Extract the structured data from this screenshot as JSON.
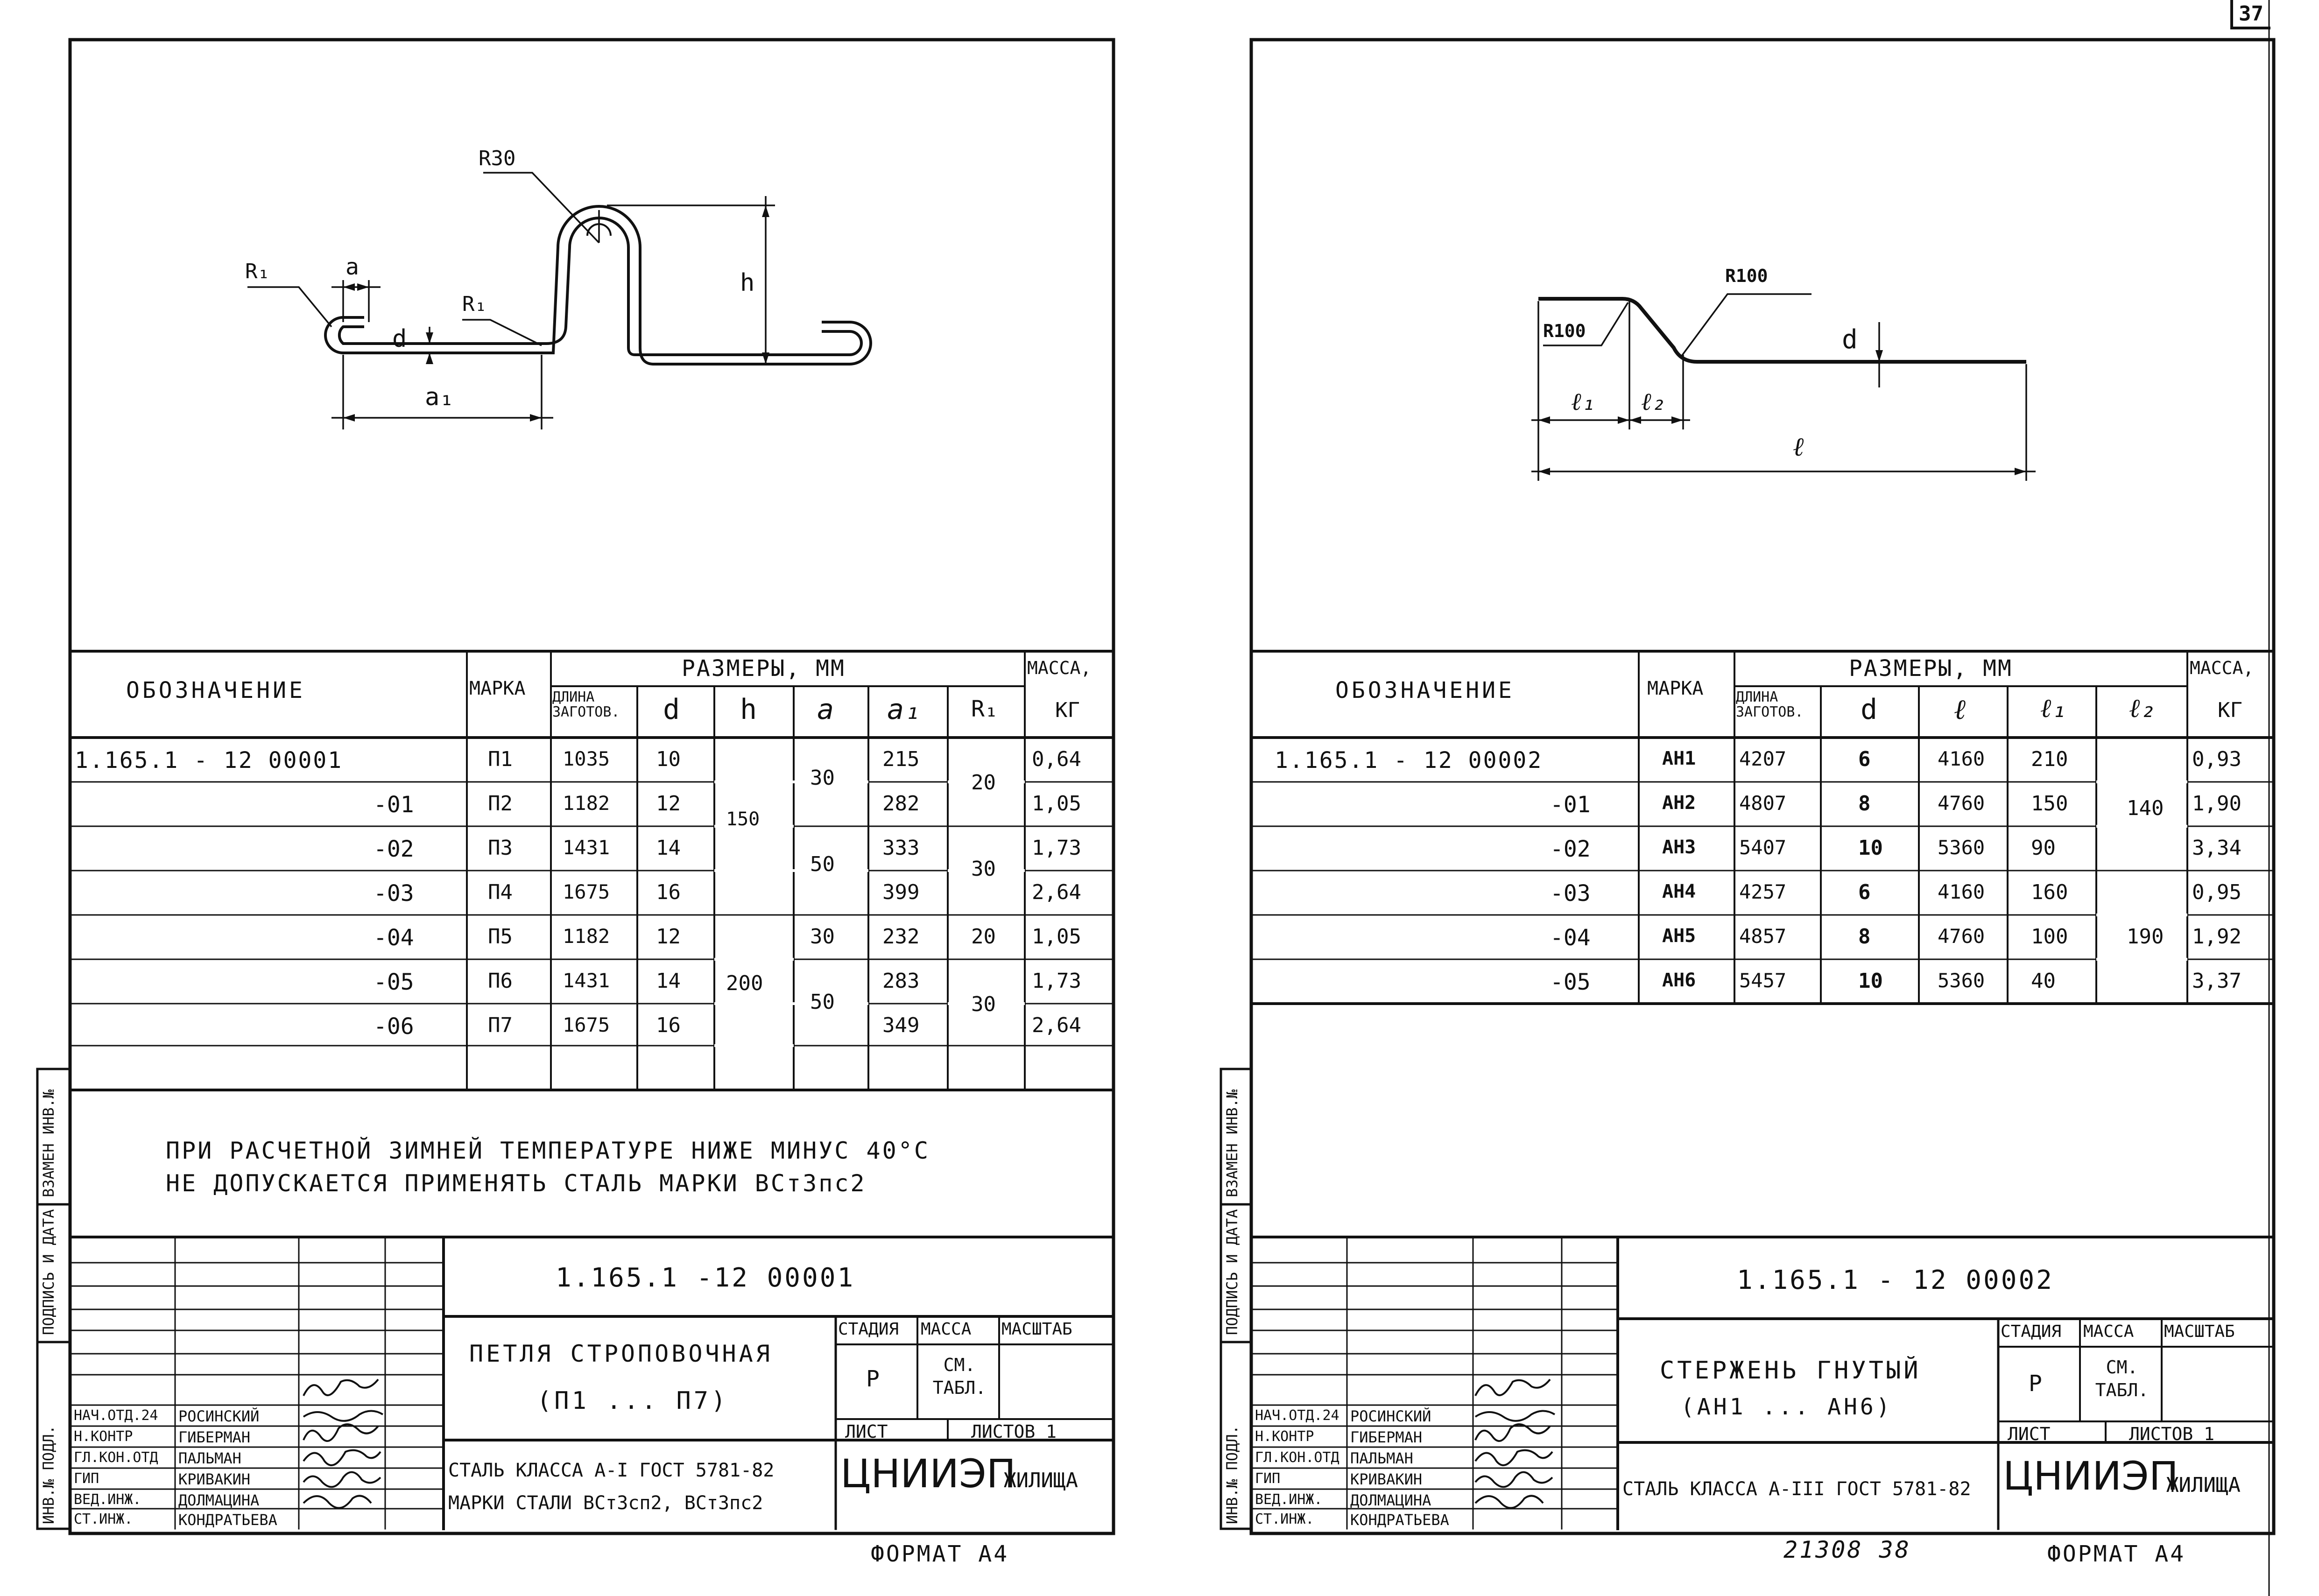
{
  "page_number": "37",
  "left_sheet": {
    "drawing": {
      "labels": {
        "r30": "R30",
        "r1_left": "R₁",
        "r1_mid": "R₁",
        "a": "a",
        "d": "d",
        "a1": "a₁",
        "h": "h"
      }
    },
    "table": {
      "header": {
        "designation": "ОБОЗНАЧЕНИЕ",
        "mark": "МАРКА",
        "dimensions": "РАЗМЕРЫ, ММ",
        "mass": "МАССА,",
        "mass_unit": "КГ",
        "cols": [
          "ДЛИНА ЗАГОТОВ.",
          "d",
          "h",
          "a",
          "a₁",
          "R₁"
        ]
      },
      "rows": [
        {
          "designation": "1.165.1 - 12 00001",
          "mark": "П1",
          "length": "1035",
          "d": "10",
          "a1": "215",
          "mass": "0,64"
        },
        {
          "designation": "-01",
          "mark": "П2",
          "length": "1182",
          "d": "12",
          "a1": "282",
          "mass": "1,05"
        },
        {
          "designation": "-02",
          "mark": "П3",
          "length": "1431",
          "d": "14",
          "a1": "333",
          "mass": "1,73"
        },
        {
          "designation": "-03",
          "mark": "П4",
          "length": "1675",
          "d": "16",
          "a1": "399",
          "mass": "2,64"
        },
        {
          "designation": "-04",
          "mark": "П5",
          "length": "1182",
          "d": "12",
          "a1": "232",
          "mass": "1,05"
        },
        {
          "designation": "-05",
          "mark": "П6",
          "length": "1431",
          "d": "14",
          "a1": "283",
          "mass": "1,73"
        },
        {
          "designation": "-06",
          "mark": "П7",
          "length": "1675",
          "d": "16",
          "a1": "349",
          "mass": "2,64"
        }
      ],
      "merged": {
        "h_150": "150",
        "h_200": "200",
        "a_30a": "30",
        "a_50a": "50",
        "a_30b": "30",
        "a_50b": "50",
        "r_20a": "20",
        "r_30a": "30",
        "r_20b": "20",
        "r_30b": "30"
      }
    },
    "note": {
      "line1": "ПРИ РАСЧЕТНОЙ ЗИМНЕЙ ТЕМПЕРАТУРЕ НИЖЕ МИНУС 40°С",
      "line2": "НЕ ДОПУСКАЕТСЯ ПРИМЕНЯТЬ СТАЛЬ МАРКИ ВСт3пс2"
    },
    "stamp": {
      "doc_code": "1.165.1 -12 00001",
      "title1": "ПЕТЛЯ СТРОПОВОЧНАЯ",
      "title2": "(П1 ... П7)",
      "material1": "СТАЛЬ КЛАССА А-I ГОСТ 5781-82",
      "material2": "МАРКИ СТАЛИ ВСт3сп2, ВСт3пс2",
      "stage_label": "СТАДИЯ",
      "mass_label": "МАССА",
      "scale_label": "МАСШТАБ",
      "stage": "Р",
      "mass_value": "СМ. ТАБЛ.",
      "sheet_label": "ЛИСТ",
      "sheets_label": "ЛИСТОВ 1",
      "org_main": "ЦНИИЭП",
      "org_sub": "ЖИЛИЩА",
      "format": "ФОРМАТ А4",
      "people": [
        {
          "role": "НАЧ.ОТД.24",
          "name": "РОСИНСКИЙ"
        },
        {
          "role": "Н.КОНТР",
          "name": "ГИБЕРМАН"
        },
        {
          "role": "ГЛ.КОН.ОТД",
          "name": "ПАЛЬМАН"
        },
        {
          "role": "ГИП",
          "name": "КРИВАКИН"
        },
        {
          "role": "ВЕД.ИНЖ.",
          "name": "ДОЛМАЦИНА"
        },
        {
          "role": "СТ.ИНЖ.",
          "name": "КОНДРАТЬЕВА"
        }
      ]
    },
    "side_labels": {
      "replace": "ВЗАМЕН ИНВ.№",
      "sign": "ПОДПИСЬ И ДАТА",
      "inv": "ИНВ.№ ПОДЛ."
    }
  },
  "right_sheet": {
    "drawing": {
      "labels": {
        "r100_left": "R100",
        "r100_right": "R100",
        "d": "d",
        "l1": "ℓ₁",
        "l2": "ℓ₂",
        "l": "ℓ"
      }
    },
    "table": {
      "header": {
        "designation": "ОБОЗНАЧЕНИЕ",
        "mark": "МАРКА",
        "dimensions": "РАЗМЕРЫ, ММ",
        "mass": "МАССА,",
        "mass_unit": "КГ",
        "cols": [
          "ДЛИНА ЗАГОТОВ.",
          "d",
          "ℓ",
          "ℓ₁",
          "ℓ₂"
        ]
      },
      "rows": [
        {
          "designation": "1.165.1 - 12 00002",
          "mark": "АН1",
          "length": "4207",
          "d": "6",
          "l": "4160",
          "l1": "210",
          "mass": "0,93"
        },
        {
          "designation": "-01",
          "mark": "АН2",
          "length": "4807",
          "d": "8",
          "l": "4760",
          "l1": "150",
          "mass": "1,90"
        },
        {
          "designation": "-02",
          "mark": "АН3",
          "length": "5407",
          "d": "10",
          "l": "5360",
          "l1": "90",
          "mass": "3,34"
        },
        {
          "designation": "-03",
          "mark": "АН4",
          "length": "4257",
          "d": "6",
          "l": "4160",
          "l1": "160",
          "mass": "0,95"
        },
        {
          "designation": "-04",
          "mark": "АН5",
          "length": "4857",
          "d": "8",
          "l": "4760",
          "l1": "100",
          "mass": "1,92"
        },
        {
          "designation": "-05",
          "mark": "АН6",
          "length": "5457",
          "d": "10",
          "l": "5360",
          "l1": "40",
          "mass": "3,37"
        }
      ],
      "merged": {
        "l2_140": "140",
        "l2_190": "190"
      }
    },
    "stamp": {
      "doc_code": "1.165.1 - 12 00002",
      "title1": "СТЕРЖЕНЬ ГНУТЫЙ",
      "title2": "(АН1 ... АН6)",
      "material1": "СТАЛЬ КЛАССА А-III ГОСТ 5781-82",
      "stage_label": "СТАДИЯ",
      "mass_label": "МАССА",
      "scale_label": "МАСШТАБ",
      "stage": "Р",
      "mass_value": "СМ. ТАБЛ.",
      "sheet_label": "ЛИСТ",
      "sheets_label": "ЛИСТОВ 1",
      "org_main": "ЦНИИЭП",
      "org_sub": "ЖИЛИЩА",
      "format": "ФОРМАТ А4",
      "archive": "21308 38",
      "people": [
        {
          "role": "НАЧ.ОТД.24",
          "name": "РОСИНСКИЙ"
        },
        {
          "role": "Н.КОНТР",
          "name": "ГИБЕРМАН"
        },
        {
          "role": "ГЛ.КОН.ОТД",
          "name": "ПАЛЬМАН"
        },
        {
          "role": "ГИП",
          "name": "КРИВАКИН"
        },
        {
          "role": "ВЕД.ИНЖ.",
          "name": "ДОЛМАЦИНА"
        },
        {
          "role": "СТ.ИНЖ.",
          "name": "КОНДРАТЬЕВА"
        }
      ]
    },
    "side_labels": {
      "replace": "ВЗАМЕН ИНВ.№",
      "sign": "ПОДПИСЬ И ДАТА",
      "inv": "ИНВ.№ ПОДЛ."
    }
  }
}
